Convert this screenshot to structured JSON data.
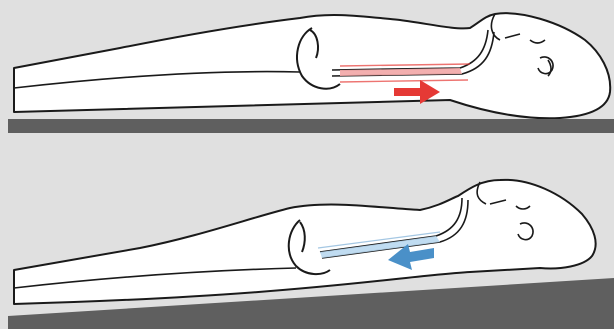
{
  "colors": {
    "background": "#e0e0e0",
    "figure_fill": "#ffffff",
    "outline": "#1a1a1a",
    "surface": "#5f5f5f",
    "reflux_red": "#e53935",
    "reflux_red_light": "#f2a6a6",
    "drain_blue": "#4a90c8",
    "drain_blue_light": "#b9d8ef"
  },
  "panels": [
    {
      "position": "flat",
      "arrow_direction": "right",
      "arrow_color": "red",
      "icons": [
        "reclining-figure-icon",
        "esophagus-icon",
        "arrow-right-icon"
      ]
    },
    {
      "position": "inclined",
      "arrow_direction": "left",
      "arrow_color": "blue",
      "icons": [
        "reclining-figure-icon",
        "esophagus-icon",
        "arrow-left-icon"
      ]
    }
  ]
}
